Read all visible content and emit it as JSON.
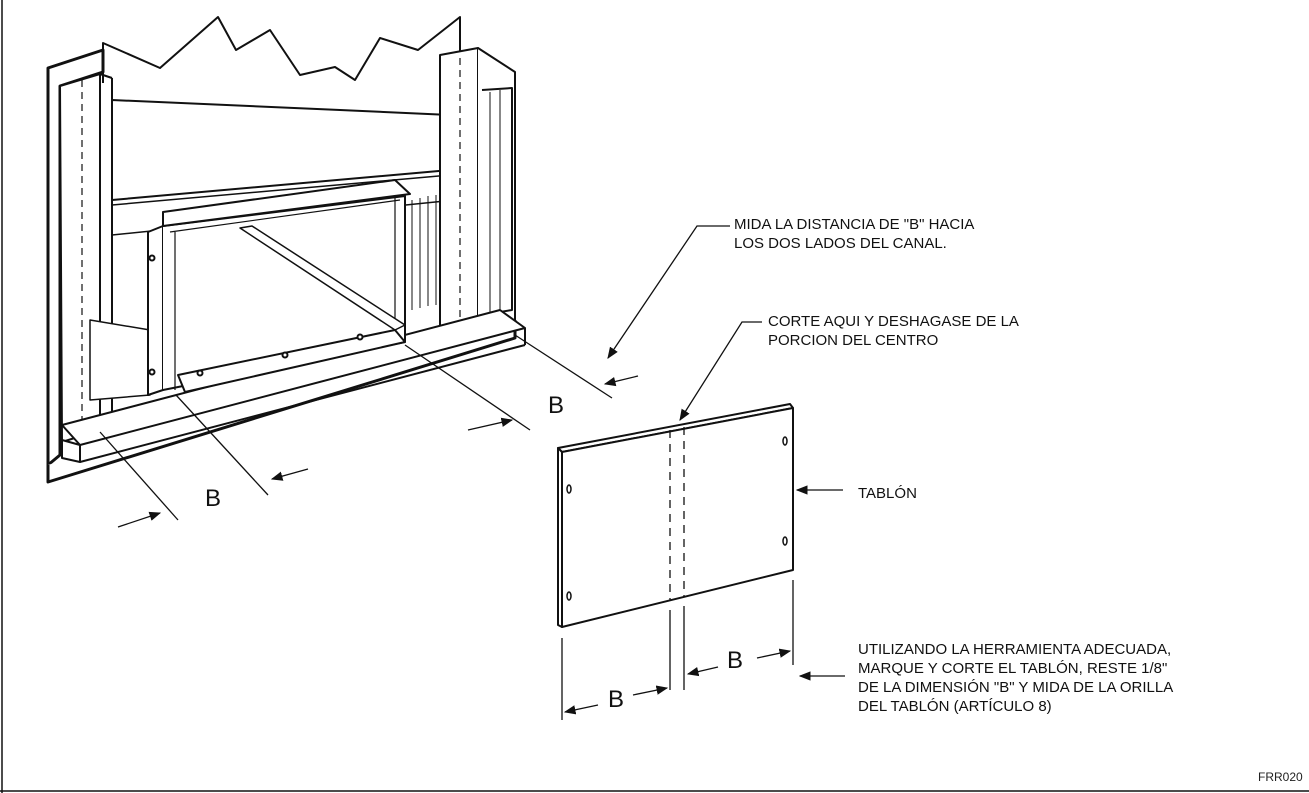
{
  "callouts": {
    "measure": "MIDA LA DISTANCIA DE \"B\" HACIA\nLOS DOS LADOS DEL CANAL.",
    "cut": "CORTE AQUI Y DESHAGASE DE LA\nPORCION DEL CENTRO",
    "board": "TABLÓN",
    "instructions": "UTILIZANDO LA HERRAMIENTA ADECUADA,\nMARQUE Y CORTE  EL TABLÓN, RESTE 1/8\"\nDE LA DIMENSIÓN \"B\" Y MIDA DE LA ORILLA\nDEL TABLÓN (ARTÍCULO 8)"
  },
  "dimensions": {
    "b_left": "B",
    "b_right": "B",
    "b_board_left": "B",
    "b_board_right": "B"
  },
  "figure_code": "FRR020"
}
